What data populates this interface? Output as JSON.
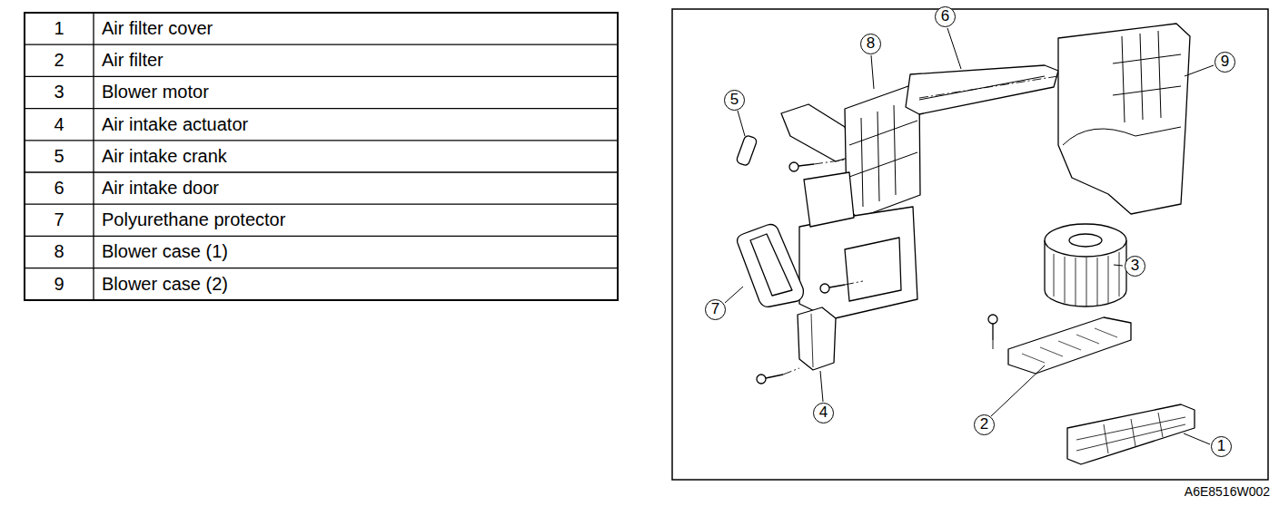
{
  "diagram": {
    "caption": "A6E8516W002",
    "labels": [
      "1",
      "Air filter cover",
      "2",
      "Air filter",
      "3",
      "Blower motor",
      "4",
      "Air intake actuator",
      "5",
      "Air intake crank",
      "6",
      "Air intake door",
      "7",
      "Polyurethane protector",
      "8",
      "Blower case (1)",
      "9",
      "Blower case (2)",
      "8",
      "6",
      "9",
      "5",
      "3",
      "7",
      "4",
      "2",
      "1"
    ]
  }
}
